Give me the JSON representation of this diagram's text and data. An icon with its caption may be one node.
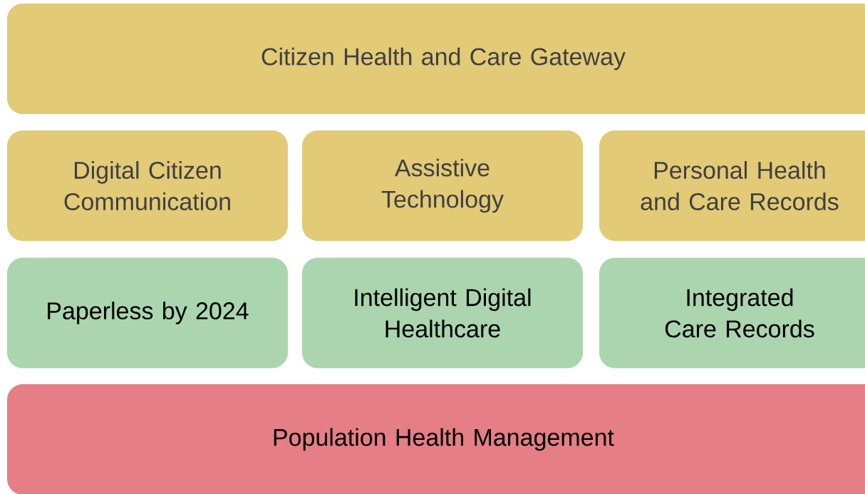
{
  "diagram": {
    "nodes": [
      {
        "text": [
          "Citizen Health and Care Gateway"
        ]
      },
      {
        "text": [
          "Digital Citizen Communication"
        ]
      },
      {
        "text": [
          "Assistive Technology"
        ]
      },
      {
        "text": [
          "Personal Health and Care Records"
        ]
      },
      {
        "text": [
          "Paperless by 2024"
        ]
      },
      {
        "text": [
          "Intelligent Digital Healthcare"
        ]
      },
      {
        "text": [
          "Integrated Care Records"
        ]
      },
      {
        "text": [
          "Population Health Management"
        ]
      }
    ]
  }
}
